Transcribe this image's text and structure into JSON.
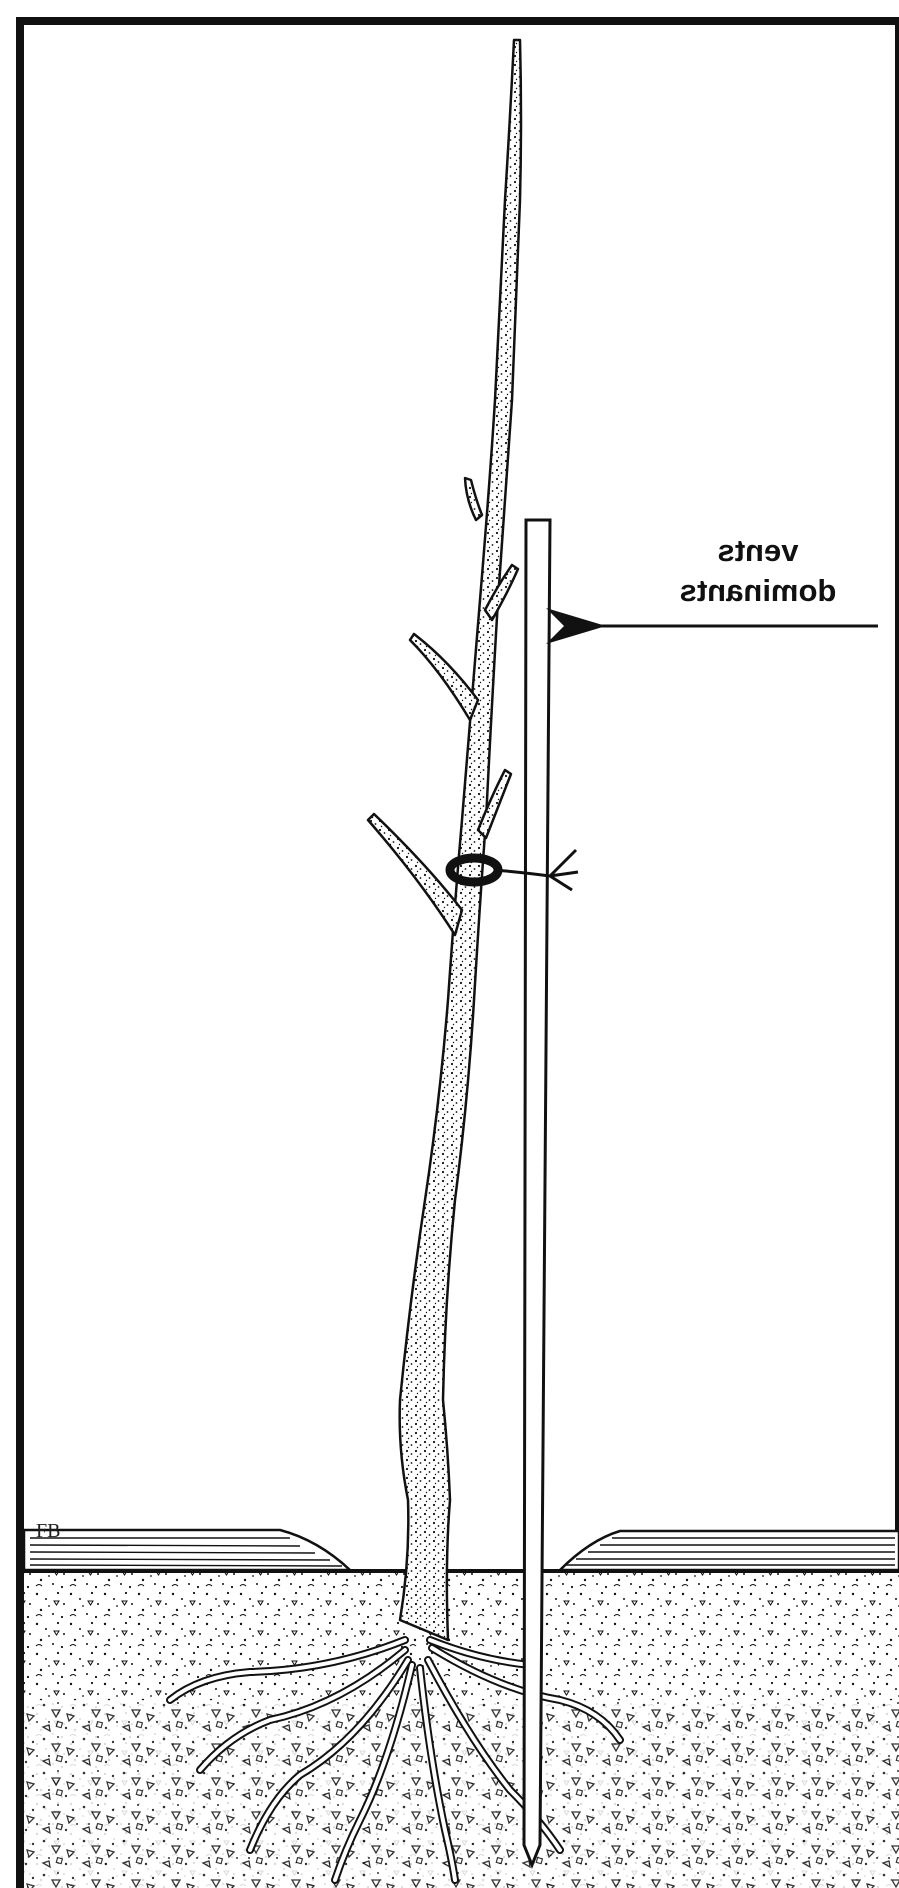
{
  "wind": {
    "line1": "vents",
    "line2": "dominants"
  },
  "signature": {
    "initials": "FB"
  },
  "colors": {
    "ink": "#111111",
    "paper": "#ffffff",
    "soil": "#f4f4f1"
  }
}
